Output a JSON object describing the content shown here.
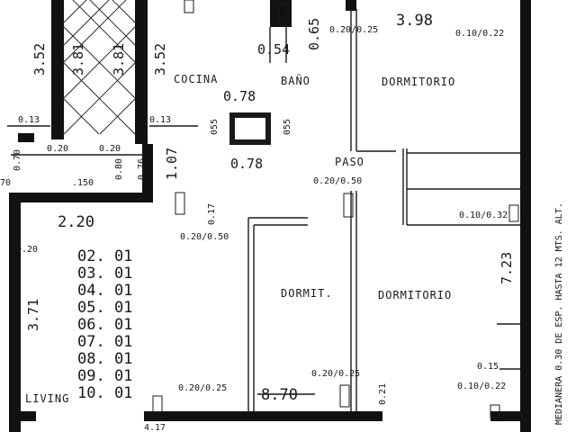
{
  "rooms": {
    "cocina": "COCINA",
    "bano": "BAÑO",
    "dormitorio_top": "DORMITORIO",
    "paso": "PASO",
    "dormit_small": "DORMIT.",
    "dormitorio_center": "DORMITORIO",
    "living": "LIVING"
  },
  "dimensions": {
    "d_352_a": "3.52",
    "d_381_a": "3.81",
    "d_381_b": "3.81",
    "d_352_b": "3.52",
    "d_398": "3.98",
    "d_054": "0.54",
    "d_065": "0.65",
    "d_078_a": "0.78",
    "d_078_b": "0.78",
    "d_055_a": "055",
    "d_055_b": "055",
    "d_013_a": "0.13",
    "d_013_b": "0.13",
    "d_070": "0.70",
    "d_070b": "70",
    "d_020_a": "0.20",
    "d_020_b": "0.20",
    "d_020_c": "0.20",
    "d_150": ".150",
    "d_080": "0.80",
    "d_076": "0.76",
    "d_107": "1.07",
    "d_220": "2.20",
    "d_371": "3.71",
    "d_723": "7.23",
    "d_870": "8.70",
    "d_015": "0.15",
    "d_017": "0.17",
    "d_021": "0.21"
  },
  "openings": {
    "o_020_025_top": "0.20/0.25",
    "o_010_022_top": "0.10/0.22",
    "o_010_032": "0.10/0.32",
    "o_020_050_paso": "0.20/0.50",
    "o_020_050_living": "0.20/0.50",
    "o_020_025_mid": "0.20/0.25",
    "o_020_025_bottom": "0.20/0.25",
    "o_010_022_bottom": "0.10/0.22"
  },
  "level_list": [
    "02. 01",
    "03. 01",
    "04. 01",
    "05. 01",
    "06. 01",
    "07. 01",
    "08. 01",
    "09. 01",
    "10. 01"
  ],
  "side_note": "MEDIANERA 0.30 DE ESP. HASTA 12 MTS. ALT.",
  "bottom_note": "4.17"
}
